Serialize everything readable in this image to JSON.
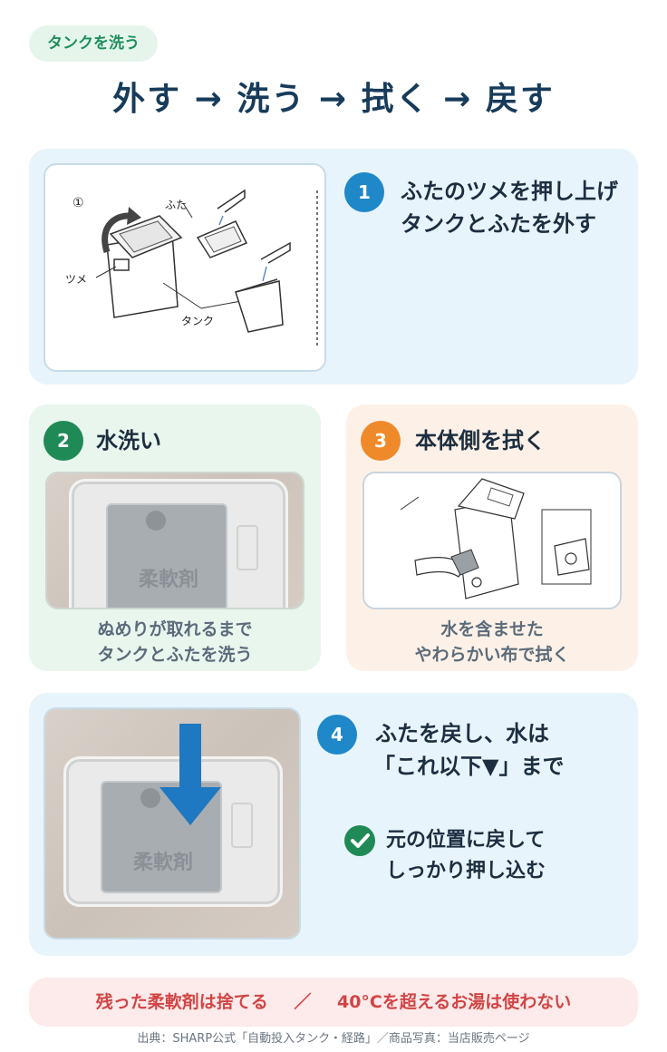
{
  "header": {
    "pill": "タンクを洗う",
    "headline": "外す → 洗う → 拭く → 戻す"
  },
  "step1": {
    "number": "1",
    "title_line1": "ふたのツメを押し上げ",
    "title_line2": "タンクとふたを外す",
    "diagram": {
      "circle_num": "①",
      "label_lid": "ふた",
      "label_tab": "ツメ",
      "label_tank": "タンク"
    }
  },
  "step2": {
    "number": "2",
    "title": "水洗い",
    "caption_line1": "ぬめりが取れるまで",
    "caption_line2": "タンクとふたを洗う",
    "lid_text": "柔軟剤"
  },
  "step3": {
    "number": "3",
    "title": "本体側を拭く",
    "caption_line1": "水を含ませた",
    "caption_line2": "やわらかい布で拭く"
  },
  "step4": {
    "number": "4",
    "title_line1": "ふたを戻し、水は",
    "title_line2": "「これ以下▼」まで",
    "check_line1": "元の位置に戻して",
    "check_line2": "しっかり押し込む",
    "lid_text": "柔軟剤"
  },
  "warning": {
    "left": "残った柔軟剤は捨てる",
    "separator": "／",
    "right": "40°Cを超えるお湯は使わない"
  },
  "source": "出典：SHARP公式「自動投入タンク・経路」／商品写真：当店販売ページ",
  "colors": {
    "blue": "#1e88c8",
    "green": "#1f8a55",
    "orange": "#ef8a2b",
    "red": "#d14545"
  }
}
